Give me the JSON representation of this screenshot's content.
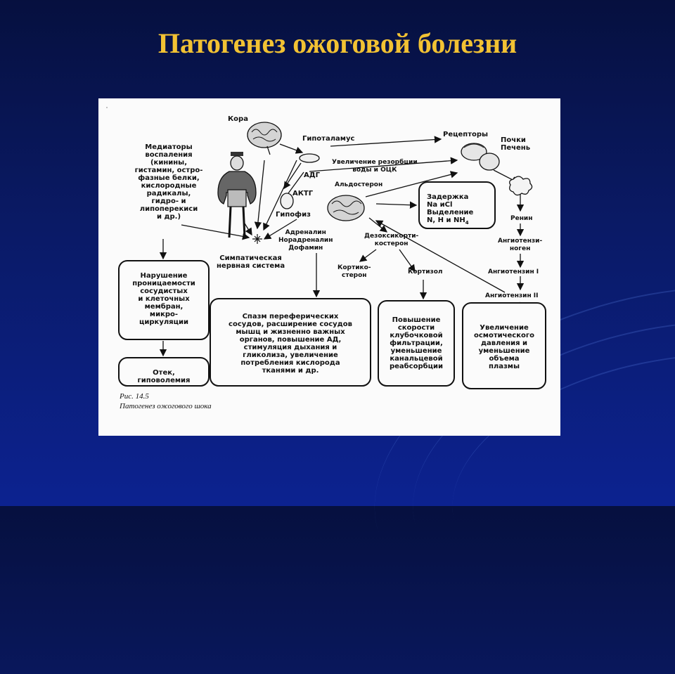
{
  "slide": {
    "title": "Патогенез ожоговой болезни"
  },
  "labels": {
    "cortex": "Кора",
    "hypothalamus": "Гипоталамус",
    "receptors": "Рецепторы",
    "kidneys_liver": "Почки\nПечень",
    "mediators": "Медиаторы\nвоспаления\n(кинины,\nгистамин, остро-\nфазные белки,\nкислородные\nрадикалы,\nгидро- и\nлипоперекиси\nи др.)",
    "reabsorption": "Увеличение резорбции\nводы и ОЦК",
    "adh": "АДГ",
    "actg": "АКТГ",
    "aldosterone": "Альдостерон",
    "pituitary": "Гипофиз",
    "renin": "Ренин",
    "angiotensinogen": "Ангиотензи-\nноген",
    "angiotensin1": "Ангиотензин I",
    "angiotensin2": "Ангиотензин II",
    "catecholamines": "Адреналин\nНорадреналин\nДофамин",
    "deoxycorticosterone": "Дезоксикорти-\nкостерон",
    "sympathetic": "Симпатическая\nнервная система",
    "corticosterone": "Кортико-\nстерон",
    "cortisol": "Кортизол"
  },
  "boxes": {
    "retention": "Задержка\nNa иCl\nВыделение\nN, H и NH",
    "retention_sub": "4",
    "permeability": "Нарушение\nпроницаемости\nсосудистых\nи клеточных\nмембран,\nмикро-\nциркуляции",
    "edema": "Отек,\nгиповолемия",
    "spasm": "Спазм переферических\nсосудов, расширение сосудов\nмышц и жизненно важных\nорганов, повышение АД,\nстимуляция дыхания и\nгликолиза, увеличение\nпотребления кислорода\nтканями и др.",
    "filtration": "Повышение\nскорости\nклубочковой\nфильтрации,\nуменьшение\nканальцевой\nреабсорбции",
    "osmotic": "Увеличение\nосмотического\nдавления и\nуменьшение\nобъема\nплазмы"
  },
  "caption": {
    "number": "Рис. 14.5",
    "text": "Патогенез ожогового шока"
  }
}
